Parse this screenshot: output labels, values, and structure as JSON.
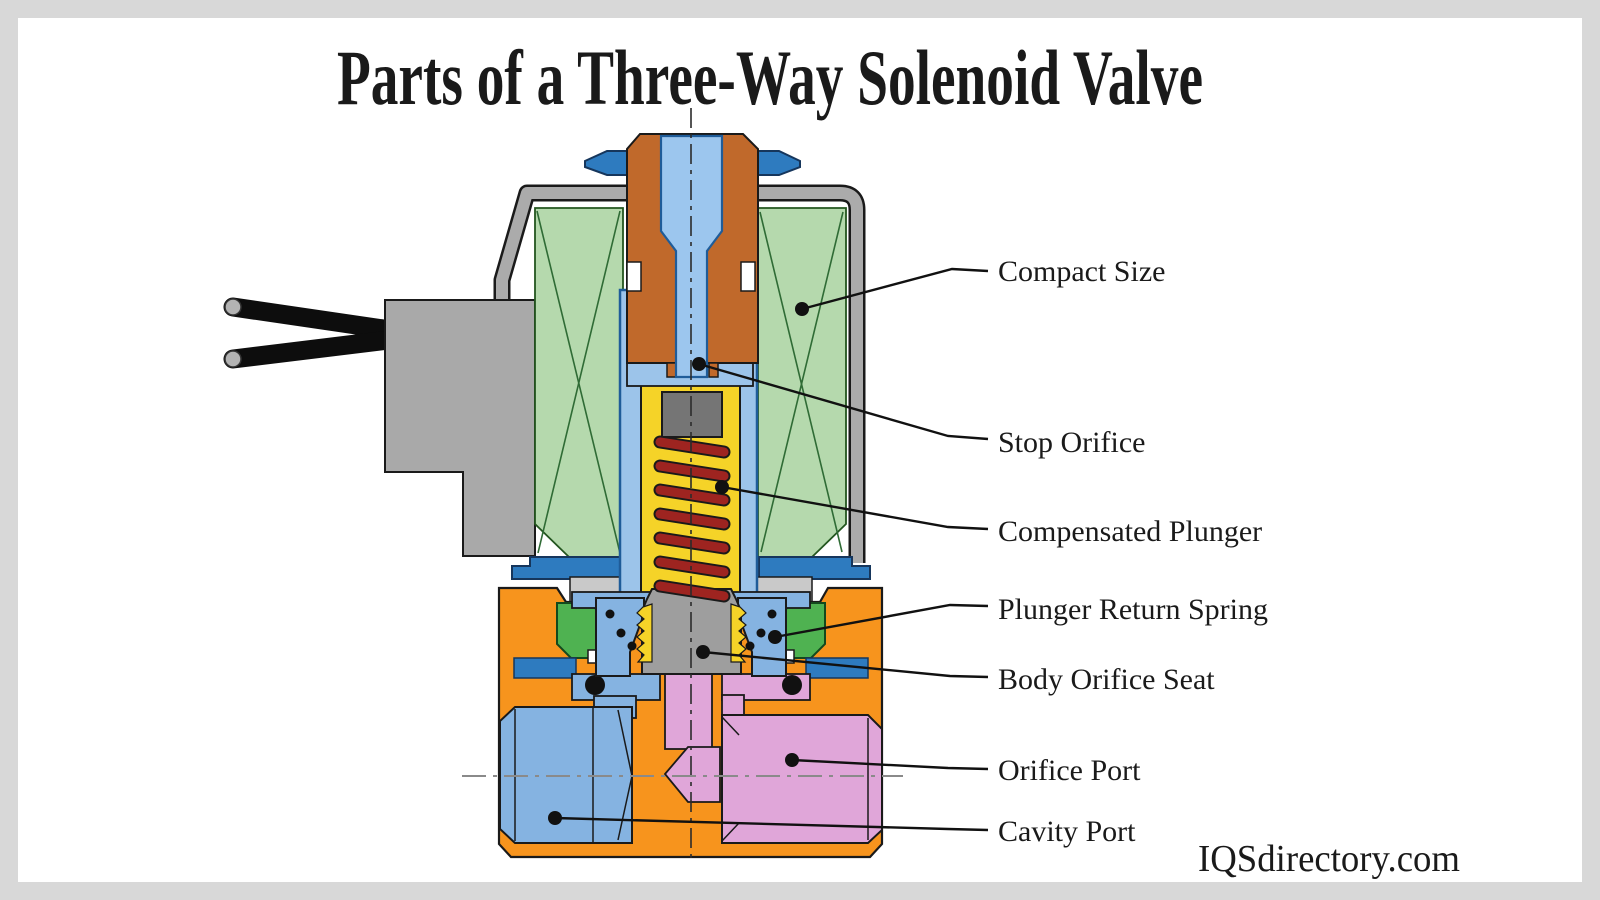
{
  "title": "Parts of a Three-Way Solenoid Valve",
  "watermark": "IQSdirectory.com",
  "labels": [
    {
      "text": "Compact Size"
    },
    {
      "text": "Stop Orifice"
    },
    {
      "text": "Compensated Plunger"
    },
    {
      "text": "Plunger Return Spring"
    },
    {
      "text": "Body Orifice Seat"
    },
    {
      "text": "Orifice Port"
    },
    {
      "text": "Cavity Port"
    }
  ],
  "colors": {
    "frame": "#D8D8D8",
    "canvas": "#FFFFFF",
    "ink": "#1A1A1A",
    "orangeBody": "#F7941D",
    "copper": "#C0692B",
    "coilGreen": "#B5D9AD",
    "coilEdge": "#23551F",
    "coilLine": "#2F6B35",
    "tubeBlue": "#9CC4EA",
    "channelBlue": "#9CC6EE",
    "portBlue": "#85B3E1",
    "flangeBlue": "#2E7BBF",
    "yellow": "#F5D328",
    "sealGreen": "#4FB251",
    "springRed": "#9E2420",
    "seatGray": "#9E9E9E",
    "plungerGray": "#757575",
    "metalGray": "#A9A9A9",
    "spacerGray": "#C9C9C9",
    "pink": "#E0A6D9",
    "clGray": "#8A8A8A"
  }
}
